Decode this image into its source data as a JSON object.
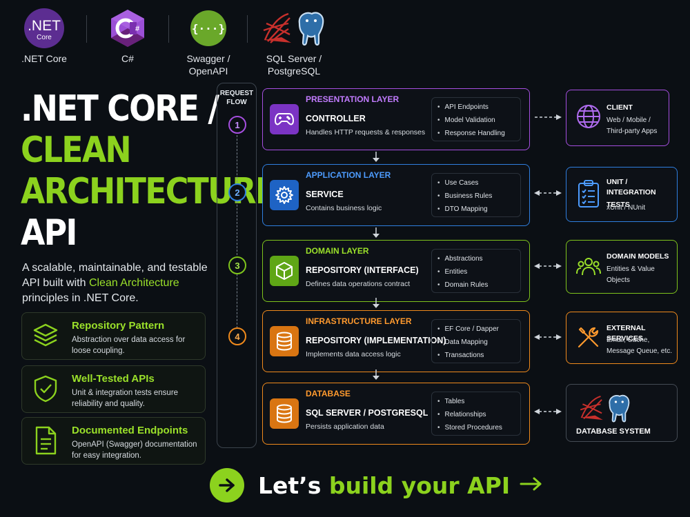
{
  "tech_stack": [
    {
      "label": ".NET Core",
      "logo_text": ".NET",
      "logo_sub": "Core",
      "color": "#5c2d91",
      "icon": "dotnet-logo-icon"
    },
    {
      "label": "C#",
      "logo_text": "C#",
      "color": "#68217a",
      "icon": "csharp-logo-icon"
    },
    {
      "label_line1": "Swagger /",
      "label_line2": "OpenAPI",
      "logo_text": "{···}",
      "color": "#6aa82a",
      "icon": "swagger-logo-icon"
    },
    {
      "label_line1": "SQL Server /",
      "label_line2": "PostgreSQL",
      "icon": "sql-postgres-logo-icon"
    }
  ],
  "hero": {
    "line1": ".NET CORE /",
    "line2": "CLEAN",
    "line3": "ARCHITECTURE",
    "line4": "API",
    "desc_part1": "A scalable, maintainable, and testable API built with ",
    "desc_highlight": "Clean Architecture",
    "desc_part2": " principles in .NET Core."
  },
  "features": [
    {
      "title": "Repository Pattern",
      "desc": "Abstraction over data access for loose coupling.",
      "icon": "layers-icon"
    },
    {
      "title": "Well-Tested APIs",
      "desc": "Unit & integration tests ensure reliability and quality.",
      "icon": "shield-check-icon"
    },
    {
      "title": "Documented Endpoints",
      "desc": "OpenAPI (Swagger) documentation for easy integration.",
      "icon": "document-icon"
    }
  ],
  "flow": {
    "title_line1": "REQUEST",
    "title_line2": "FLOW",
    "steps": [
      "1",
      "2",
      "3",
      "4"
    ]
  },
  "layers": [
    {
      "tag": "PRESENTATION LAYER",
      "name": "CONTROLLER",
      "desc": "Handles HTTP requests & responses",
      "items": [
        "API Endpoints",
        "Model Validation",
        "Response Handling"
      ],
      "color": "#a64fe0",
      "icon": "gamepad-icon"
    },
    {
      "tag": "APPLICATION LAYER",
      "name": "SERVICE",
      "desc": "Contains business logic",
      "items": [
        "Use Cases",
        "Business Rules",
        "DTO Mapping"
      ],
      "color": "#2f7fe0",
      "icon": "gear-icon"
    },
    {
      "tag": "DOMAIN LAYER",
      "name": "REPOSITORY (INTERFACE)",
      "desc": "Defines data operations contract",
      "items": [
        "Abstractions",
        "Entities",
        "Domain Rules"
      ],
      "color": "#7fc41c",
      "icon": "cube-icon"
    },
    {
      "tag": "INFRASTRUCTURE LAYER",
      "name": "REPOSITORY (IMPLEMENTATION)",
      "desc": "Implements data access logic",
      "items": [
        "EF Core / Dapper",
        "Data Mapping",
        "Transactions"
      ],
      "color": "#f08a1c",
      "icon": "database-icon"
    },
    {
      "tag": "DATABASE",
      "name": "SQL SERVER / POSTGRESQL",
      "desc": "Persists application data",
      "items": [
        "Tables",
        "Relationships",
        "Stored Procedures"
      ],
      "color": "#f08a1c",
      "icon": "database-icon"
    }
  ],
  "side": [
    {
      "title": "CLIENT",
      "desc_line1": "Web / Mobile /",
      "desc_line2": "Third-party Apps",
      "color": "#a64fe0",
      "icon": "globe-icon"
    },
    {
      "title_line1": "UNIT / INTEGRATION",
      "title_line2": "TESTS",
      "desc_line1": "xUnit / NUnit",
      "color": "#2f7fe0",
      "icon": "clipboard-check-icon"
    },
    {
      "title": "DOMAIN MODELS",
      "desc_line1": "Entities & Value",
      "desc_line2": "Objects",
      "color": "#7fc41c",
      "icon": "users-icon"
    },
    {
      "title": "EXTERNAL SERVICES",
      "desc_line1": "Email, Cache,",
      "desc_line2": "Message Queue, etc.",
      "color": "#f08a1c",
      "icon": "tools-icon"
    },
    {
      "title": "DATABASE SYSTEM",
      "color": "#454c55",
      "icon": "sql-postgres-logo-icon"
    }
  ],
  "cta": {
    "part1": "Let’s ",
    "part2": "build your API",
    "arrow": "→"
  }
}
